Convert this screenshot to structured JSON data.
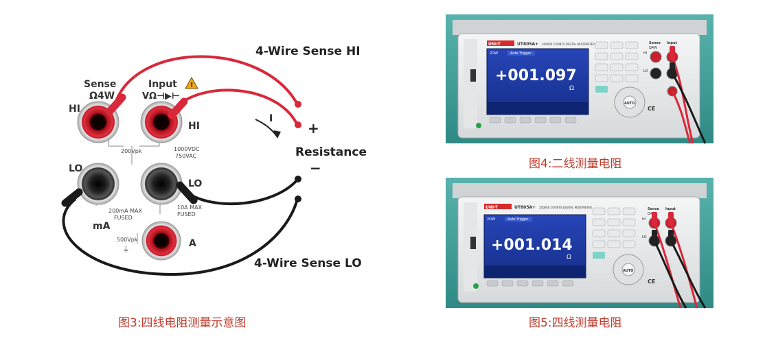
{
  "diagram": {
    "label_4wire_hi": "4-Wire Sense HI",
    "label_4wire_lo": "4-Wire Sense LO",
    "label_sense": "Sense",
    "label_omega_4w": "Ω4W",
    "label_input": "Input",
    "label_input_symbols": "VΩ⊣▶⊢",
    "label_hi_left": "HI",
    "label_hi_right": "HI",
    "label_lo_left": "LO",
    "label_lo_right": "LO",
    "label_ma": "mA",
    "label_a": "A",
    "label_200vpk": "200Vpk",
    "label_1000vdc": "1000VDC",
    "label_750vac": "750VAC",
    "label_200ma_max": "200mA MAX",
    "label_fused_1": "FUSED",
    "label_10a_max": "10A MAX",
    "label_fused_2": "FUSED",
    "label_500vpk": "500Vpk",
    "label_ground_symbol": "⏚",
    "label_current": "I",
    "label_plus": "+",
    "label_minus": "−",
    "label_resistance": "Resistance",
    "caption": "图3:四线电阻测量示意图"
  },
  "photos": [
    {
      "brand": "UNI-T",
      "model": "UT805A+",
      "subtitle": "200000 COUNTS DIGITAL MULTIMETER",
      "mode": "2OW",
      "trigger": "Auto Trigger",
      "reading": "+001.097",
      "unit": "Ω",
      "caption": "图4:二线测量电阻"
    },
    {
      "brand": "UNI-T",
      "model": "UT805A+",
      "subtitle": "200000 COUNTS DIGITAL MULTIMETER",
      "mode": "2OW",
      "trigger": "Auto Trigger",
      "reading": "+001.014",
      "unit": "Ω",
      "caption": "图5:四线测量电阻"
    }
  ],
  "panel_labels": {
    "auto": "AUTO",
    "sense": "Sense",
    "omega_4w": "Ω4W",
    "input": "Input",
    "hi": "HI",
    "lo": "LO",
    "ce": "CE"
  },
  "colors": {
    "wire_red": "#d9283a",
    "wire_black": "#1a1a1a",
    "caption_red": "#c0392b",
    "screen_blue": "#1e3fa8",
    "bench_teal": "#3a9a95"
  }
}
